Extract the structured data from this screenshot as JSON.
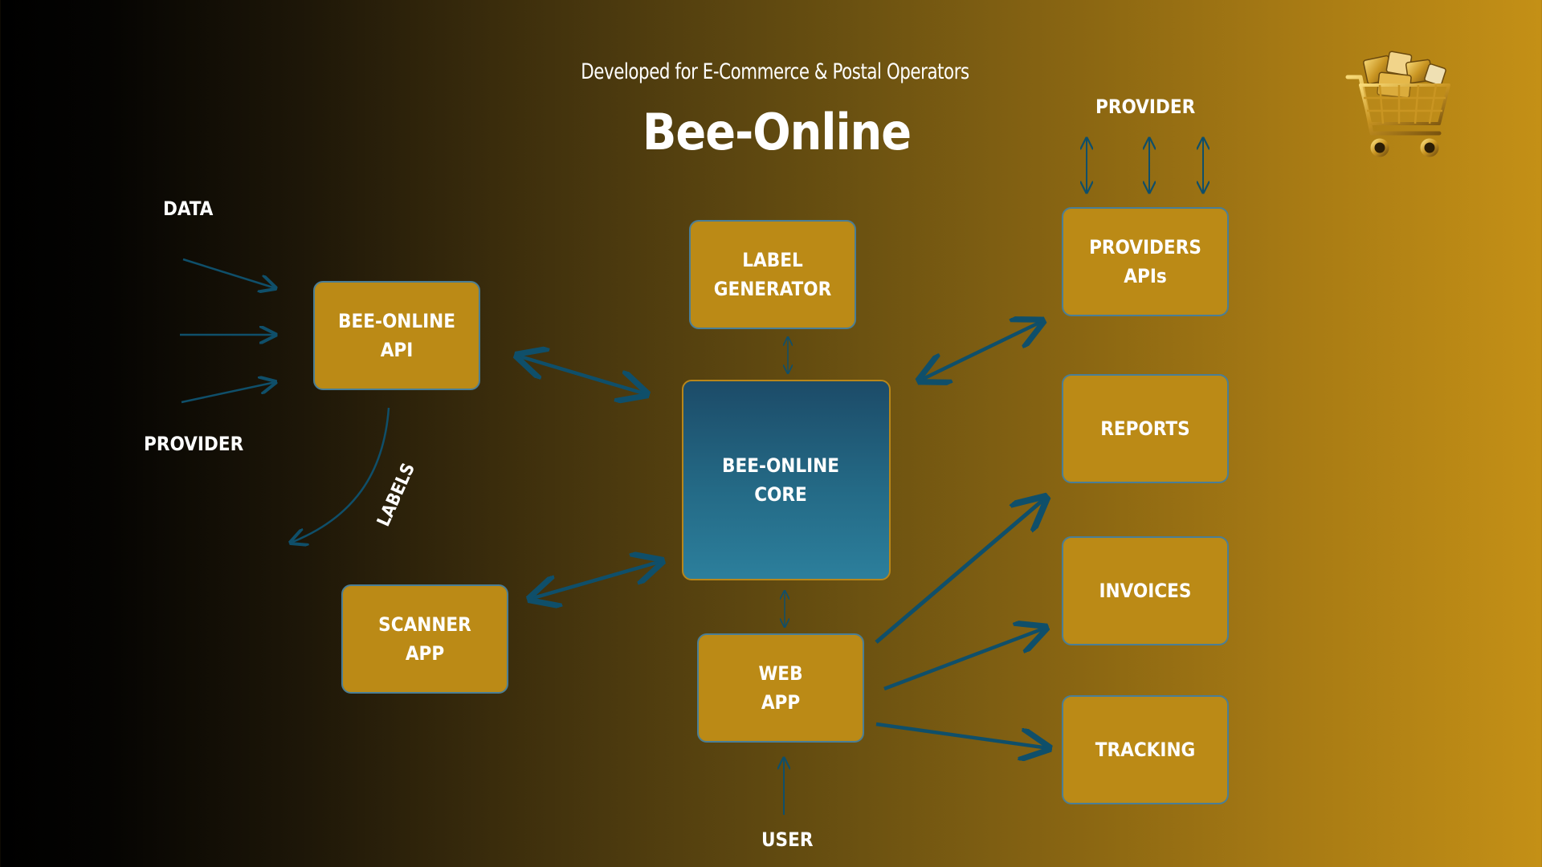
{
  "header": {
    "subtitle": "Developed for E-Commerce & Postal Operators",
    "title": "Bee-Online"
  },
  "nodes": {
    "bee_online_api": "BEE-ONLINE\nAPI",
    "label_generator": "LABEL\nGENERATOR",
    "core": "BEE-ONLINE\nCORE",
    "scanner_app": "SCANNER\nAPP",
    "web_app": "WEB\nAPP",
    "providers_apis": "PROVIDERS\nAPIs",
    "reports": "REPORTS",
    "invoices": "INVOICES",
    "tracking": "TRACKING"
  },
  "labels": {
    "data": "DATA",
    "provider_left": "PROVIDER",
    "labels_curve": "LABELS",
    "provider_top": "PROVIDER",
    "user": "USER"
  },
  "colors": {
    "box_fill": "#bb8a16",
    "box_border": "#4a7e96",
    "core_top": "#1c4b68",
    "core_bottom": "#2c7f9c",
    "arrow": "#0f4f6a"
  },
  "icons": {
    "logo": "shopping-cart-with-parcels-icon"
  }
}
